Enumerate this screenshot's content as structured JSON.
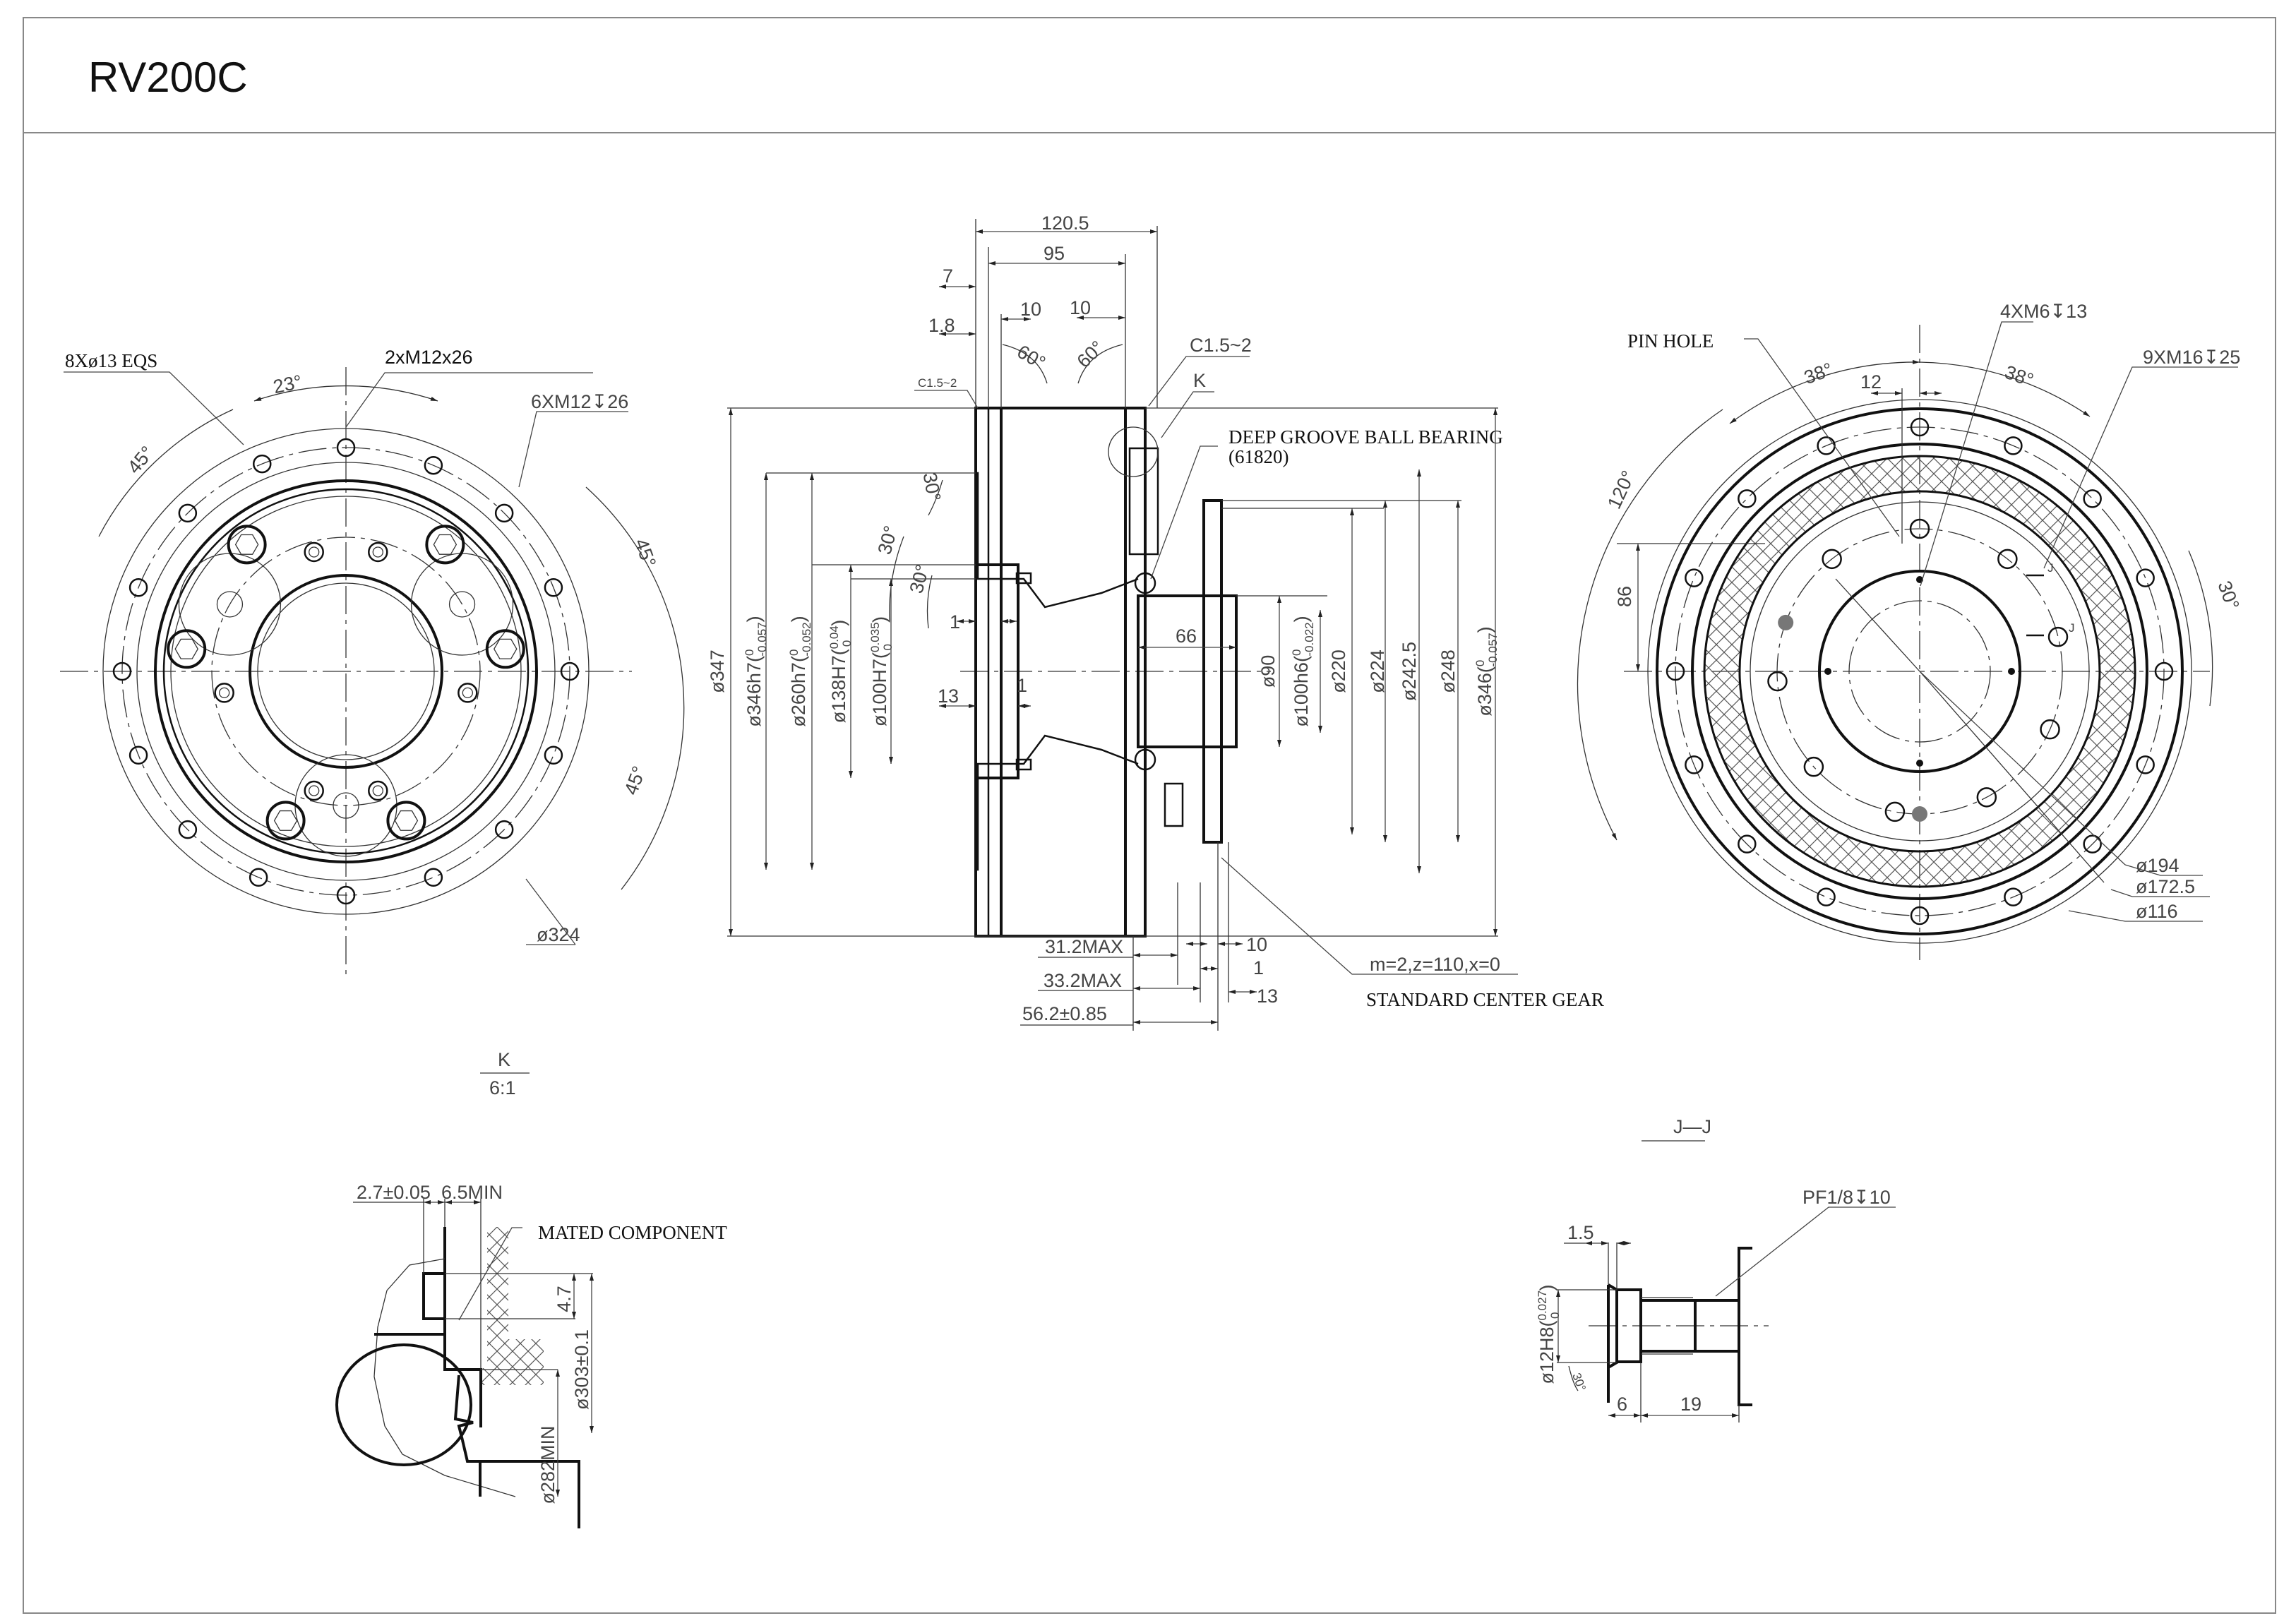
{
  "title": "RV200C",
  "front_view": {
    "bolt_note": "8Xø13 EQS",
    "screw_note": "2xM12x26",
    "tap_note": "6XM12",
    "tap_depth": "26",
    "angle_23": "23°",
    "angle_45_a": "45°",
    "angle_45_b": "45°",
    "angle_45_c": "45°",
    "dia_324": "ø324"
  },
  "section_view": {
    "dim_120_5": "120.5",
    "dim_95": "95",
    "dim_7": "7",
    "dim_1_8": "1.8",
    "dim_10_a": "10",
    "dim_10_b": "10",
    "chamfer_left": "C1.5~2",
    "chamfer_right": "C1.5~2",
    "angle_60_a": "60°",
    "angle_60_b": "60°",
    "detail_callout": "K",
    "bearing_note": "DEEP GROOVE BALL BEARING",
    "bearing_code": "(61820)",
    "angle_30_a": "30°",
    "angle_30_b": "30°",
    "angle_30_c": "30°",
    "dim_1_a": "1",
    "dim_13_a": "13",
    "dim_1_b": "1",
    "dim_66": "66",
    "diameters_left": [
      {
        "main": "ø347",
        "upper": "",
        "lower": ""
      },
      {
        "main": "ø346h7(",
        "upper": "0",
        "lower": "-0.057"
      },
      {
        "main": "ø260h7(",
        "upper": "0",
        "lower": "-0.052"
      },
      {
        "main": "ø138H7(",
        "upper": "0.04",
        "lower": "0"
      },
      {
        "main": "ø100H7(",
        "upper": "0.035",
        "lower": "0"
      }
    ],
    "diameters_right": [
      {
        "main": "ø90",
        "upper": "",
        "lower": ""
      },
      {
        "main": "ø100h6(",
        "upper": "0",
        "lower": "-0.022"
      },
      {
        "main": "ø220",
        "upper": "",
        "lower": ""
      },
      {
        "main": "ø224",
        "upper": "",
        "lower": ""
      },
      {
        "main": "ø242.5",
        "upper": "",
        "lower": ""
      },
      {
        "main": "ø248",
        "upper": "",
        "lower": ""
      },
      {
        "main": "ø346(",
        "upper": "0",
        "lower": "-0.057"
      }
    ],
    "dim_31_2": "31.2MAX",
    "dim_33_2": "33.2MAX",
    "dim_56_2": "56.2±0.85",
    "dim_10_c": "10",
    "dim_1_c": "1",
    "dim_13_c": "13",
    "gear_spec": "m=2,z=110,x=0",
    "gear_note": "STANDARD CENTER GEAR"
  },
  "rear_view": {
    "pin_hole": "PIN HOLE",
    "m6_note": "4XM6",
    "m6_depth": "13",
    "m16_note": "9XM16",
    "m16_depth": "25",
    "angle_38_a": "38°",
    "angle_38_b": "38°",
    "dim_12": "12",
    "angle_120": "120°",
    "dim_86": "86",
    "angle_30": "30°",
    "section_mark_top": "J",
    "section_mark_bottom": "J",
    "dia_194": "ø194",
    "dia_172_5": "ø172.5",
    "dia_116": "ø116"
  },
  "detail_k": {
    "label": "K",
    "scale": "6:1",
    "dim_2_7": "2.7±0.05",
    "dim_6_5": "6.5MIN",
    "mated_note": "MATED COMPONENT",
    "dim_4_7": "4.7",
    "dia_303": "ø303±0.1",
    "dia_282": "ø282MIN"
  },
  "section_jj": {
    "label": "J—J",
    "thread_note": "PF1/8",
    "thread_depth": "10",
    "dim_1_5": "1.5",
    "dia_main": "ø12H8(",
    "dia_upper": "0.027",
    "dia_lower": "0",
    "angle_30": "30°",
    "dim_6": "6",
    "dim_19": "19"
  }
}
